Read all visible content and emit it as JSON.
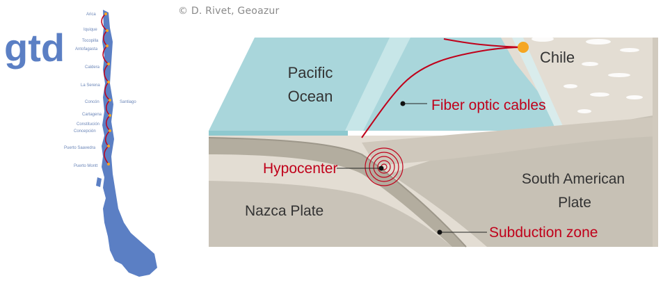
{
  "credit": "© D. Rivet, Geoazur",
  "logo": {
    "text": "gtd",
    "color": "#5b7fc4"
  },
  "cities": [
    "Arica",
    "Iquique",
    "Tocopilla",
    "Antofagasta",
    "Caldera",
    "La Serena",
    "Concón",
    "Santiago",
    "Cartagena",
    "Constitución",
    "Concepción",
    "Puerto Saavedra",
    "Puerto Montt"
  ],
  "labels": {
    "pacific_ocean_line1": "Pacific",
    "pacific_ocean_line2": "Ocean",
    "chile": "Chile",
    "fiber_optic_cables": "Fiber optic cables",
    "hypocenter": "Hypocenter",
    "south_american_plate_line1": "South American",
    "south_american_plate_line2": "Plate",
    "nazca_plate": "Nazca Plate",
    "subduction_zone": "Subduction zone"
  },
  "colors": {
    "accent_red": "#c0001a",
    "ocean": "#a9d6db",
    "land": "#e3ddd3",
    "plate": "#c7c1b5",
    "chile_map": "#5b7fc4",
    "station_orange": "#f5a623"
  }
}
